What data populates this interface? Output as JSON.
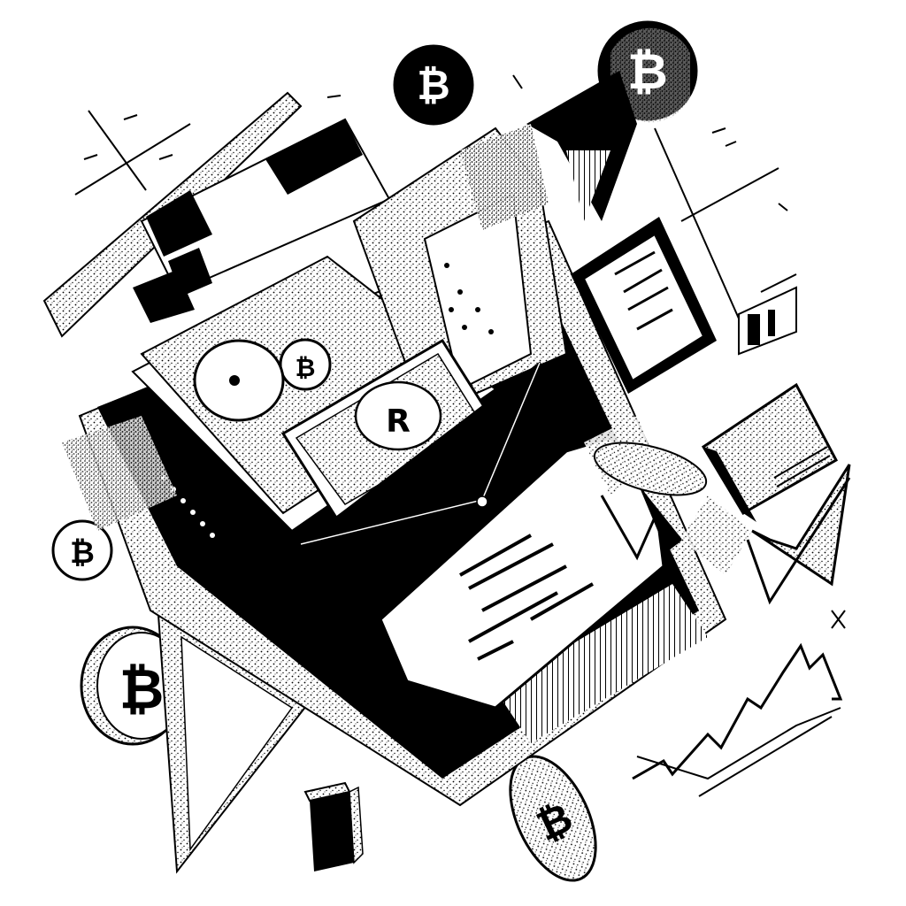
{
  "illustration": {
    "style": "black-and-white ink illustration with stipple shading",
    "palette": {
      "ink": "#000000",
      "paper": "#ffffff",
      "grey": "#7a7a7a"
    },
    "coin_symbol": "₿",
    "icons": [
      "bitcoin-coin",
      "wallet",
      "envelope",
      "paper-note",
      "cash-bundle",
      "card",
      "trend-chart",
      "candlestick-bars",
      "gold-bar",
      "cube-block",
      "checkmark"
    ]
  }
}
